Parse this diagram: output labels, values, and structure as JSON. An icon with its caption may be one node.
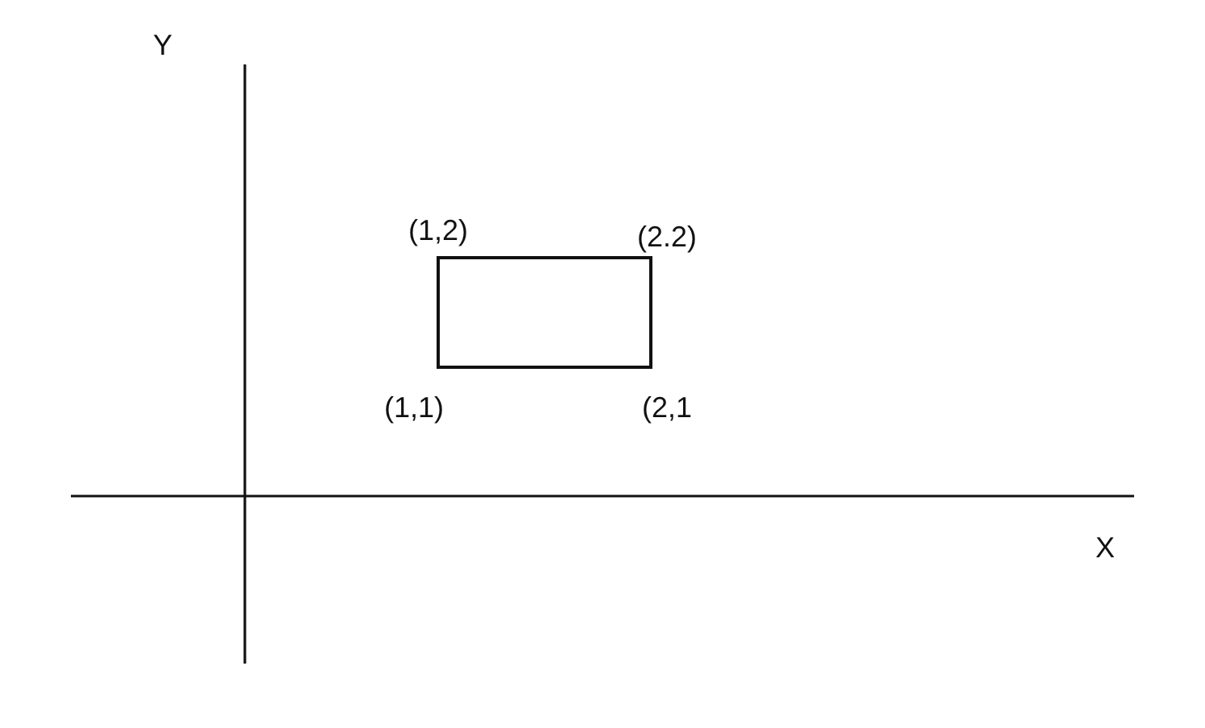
{
  "diagram": {
    "nodes": [
      {
        "text": [],
        "shape": "box",
        "beside": [
          "(1,2)",
          "(2.2)",
          "(1,1)",
          "(2,1"
        ]
      }
    ],
    "labels": [
      "Y",
      "X"
    ]
  }
}
